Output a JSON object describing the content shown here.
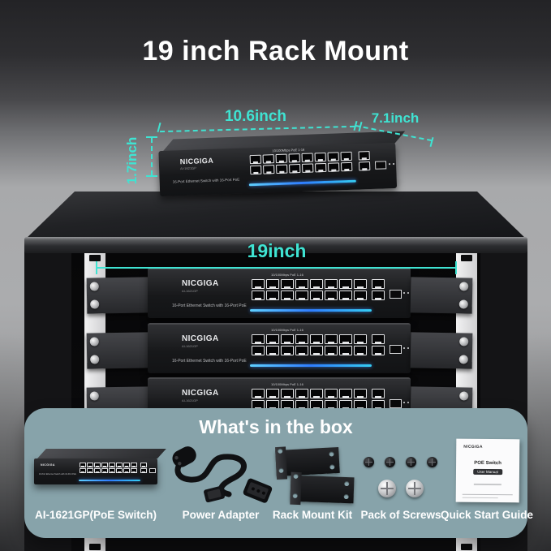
{
  "title": "19 inch Rack Mount",
  "colors": {
    "accent": "#3fe3d2",
    "panel": "#87a3aa",
    "led_blue": "#2f7dff"
  },
  "dimensions": {
    "width": "10.6inch",
    "depth": "7.1inch",
    "height": "1.7inch",
    "rack_width": "19inch"
  },
  "switch": {
    "brand": "NICGIGA",
    "model": "AI-1621GP",
    "description": "16-Port Ethernet Switch with 16-Port PoE",
    "ports_label": "10/100Mbps PoE 1-16"
  },
  "box": {
    "title": "What's in the box",
    "items": [
      {
        "label": "AI-1621GP(PoE Switch)"
      },
      {
        "label": "Power Adapter"
      },
      {
        "label": "Rack Mount Kit"
      },
      {
        "label": "Pack of Screws"
      },
      {
        "label": "Quick Start Guide"
      }
    ]
  },
  "guide": {
    "brand": "NICGIGA",
    "product": "POE Switch",
    "badge": "User Manual"
  }
}
